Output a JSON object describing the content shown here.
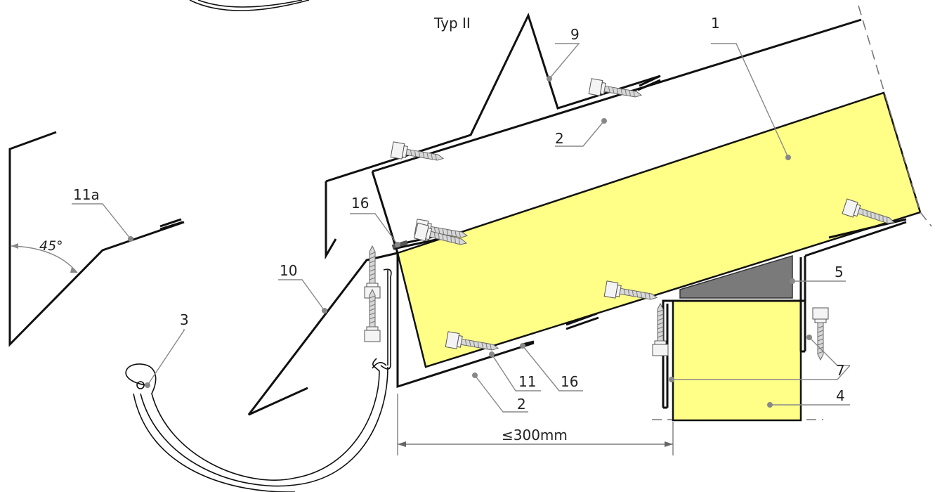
{
  "title": "Typ II",
  "labels": {
    "n1": "1",
    "n2_top": "2",
    "n2_bottom": "2",
    "n3": "3",
    "n4": "4",
    "n5": "5",
    "n7": "7",
    "n9": "9",
    "n10": "10",
    "n11": "11",
    "n11a": "11a",
    "n16_left": "16",
    "n16_bottom": "16"
  },
  "angle": "45°",
  "dimension": "≤300mm",
  "colors": {
    "insulation": "#ffff88",
    "support_block": "#7a7a7a",
    "line": "#111111"
  }
}
